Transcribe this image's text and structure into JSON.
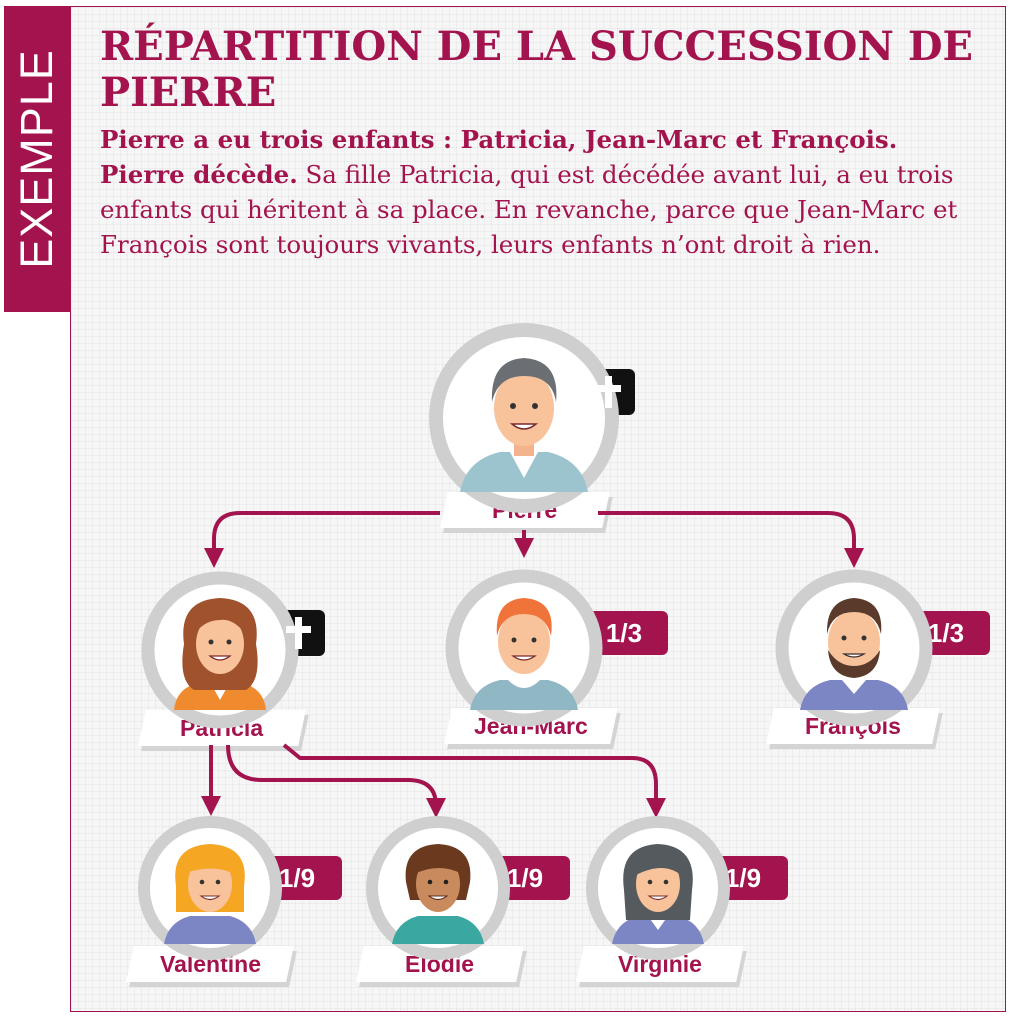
{
  "side_tab": {
    "label": "EXEMPLE"
  },
  "title": "RÉPARTITION DE LA SUCCESSION DE PIERRE",
  "intro": {
    "bold": "Pierre a eu trois enfants : Patricia, Jean-Marc et François. Pierre décède.",
    "normal": " Sa fille Patricia, qui est décédée avant lui, a eu trois enfants qui héritent à sa place. En revanche, parce que Jean-Marc et François sont toujours vivants, leurs enfants n’ont droit à rien."
  },
  "colors": {
    "accent": "#a3134e",
    "cross_badge": "#111111",
    "ring": "#cfcfcf"
  },
  "people": {
    "pierre": {
      "name": "Pierre",
      "deceased": true
    },
    "patricia": {
      "name": "Patricia",
      "deceased": true
    },
    "jeanmarc": {
      "name": "Jean-Marc",
      "share": "1/3"
    },
    "francois": {
      "name": "François",
      "share": "1/3"
    },
    "valentine": {
      "name": "Valentine",
      "share": "1/9"
    },
    "elodie": {
      "name": "Élodie",
      "share": "1/9"
    },
    "virginie": {
      "name": "Virginie",
      "share": "1/9"
    }
  }
}
